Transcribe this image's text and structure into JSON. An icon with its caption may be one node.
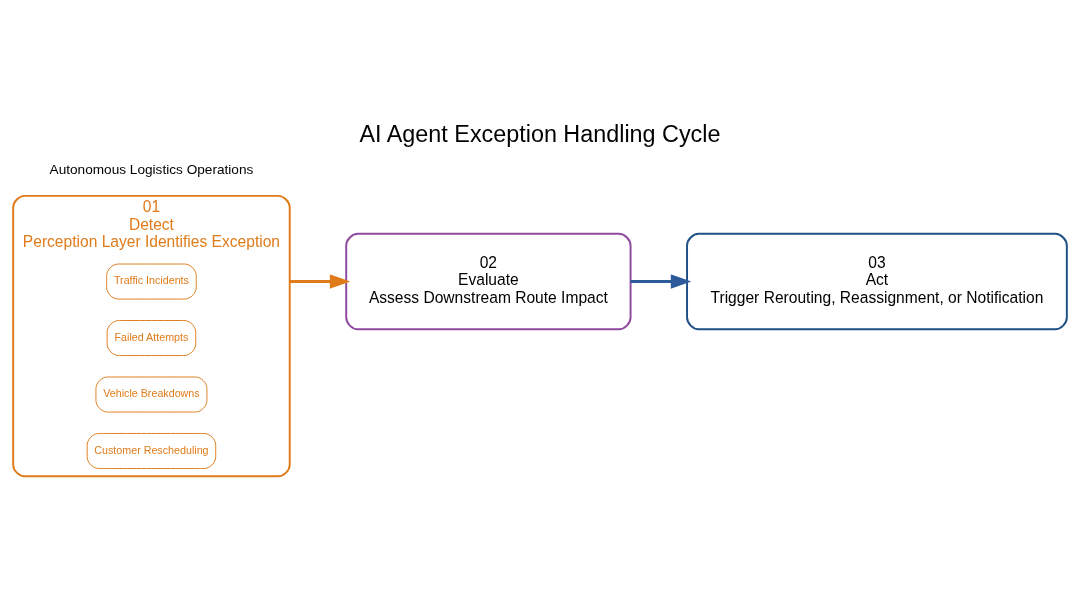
{
  "diagram": {
    "title": "AI Agent Exception Handling Cycle",
    "nodes": [
      {
        "text": [
          "01",
          "Detect",
          "Perception Layer Identifies Exception"
        ]
      },
      {
        "text": [
          "Traffic Incidents"
        ],
        "in": 0
      },
      {
        "text": [
          "Failed Attempts"
        ],
        "in": 0
      },
      {
        "text": [
          "Vehicle Breakdowns"
        ],
        "in": 0
      },
      {
        "text": [
          "Customer Rescheduling"
        ],
        "in": 0
      },
      {
        "text": [
          "02",
          "Evaluate",
          "Assess Downstream Route Impact"
        ]
      },
      {
        "text": [
          "03",
          "Act",
          "Trigger Rerouting, Reassignment, or Notification"
        ]
      }
    ],
    "edges": [
      {
        "from": 0,
        "to": 5,
        "arrow": "to",
        "color": "#e07b1a"
      },
      {
        "from": 5,
        "to": 6,
        "arrow": "to",
        "color": "#2c5a9a"
      }
    ],
    "labels": [
      "Autonomous Logistics Operations"
    ]
  }
}
